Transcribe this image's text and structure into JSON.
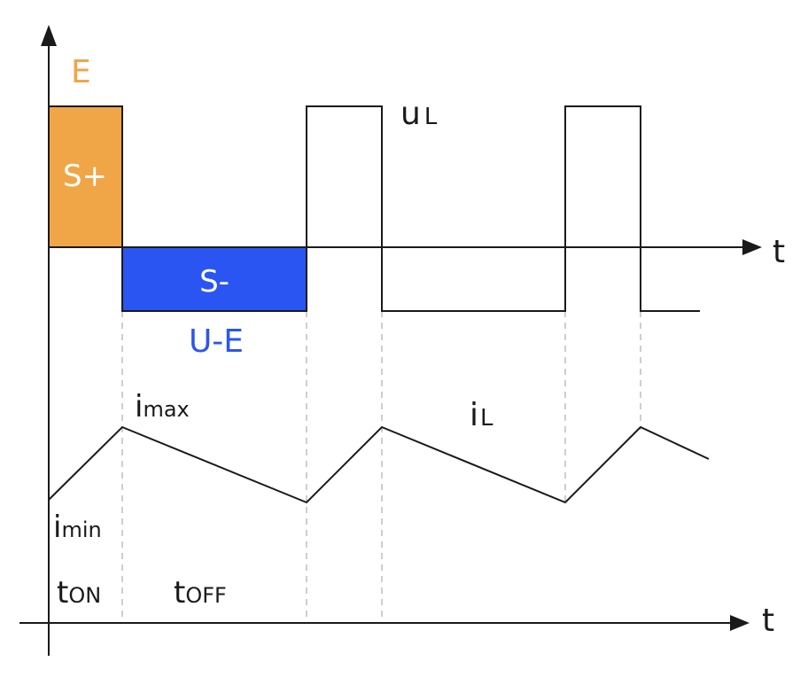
{
  "labels": {
    "e": "E",
    "s_plus": "S+",
    "s_minus": "S-",
    "u_minus_e": "U-E",
    "u_main": "u",
    "u_sub": "L",
    "i_l_main": "i",
    "i_l_sub": "L",
    "i_max_main": "i",
    "i_max_sub": "max",
    "i_min_main": "i",
    "i_min_sub": "min",
    "t_on_main": "t",
    "t_on_sub": "ON",
    "t_off_main": "t",
    "t_off_sub": "OFF",
    "t_axis_upper": "t",
    "t_axis_lower": "t"
  },
  "colors": {
    "orange": "#F0A646",
    "blue": "#2B55F2",
    "line": "#1a1a1a",
    "dash": "#bdbdbd"
  }
}
